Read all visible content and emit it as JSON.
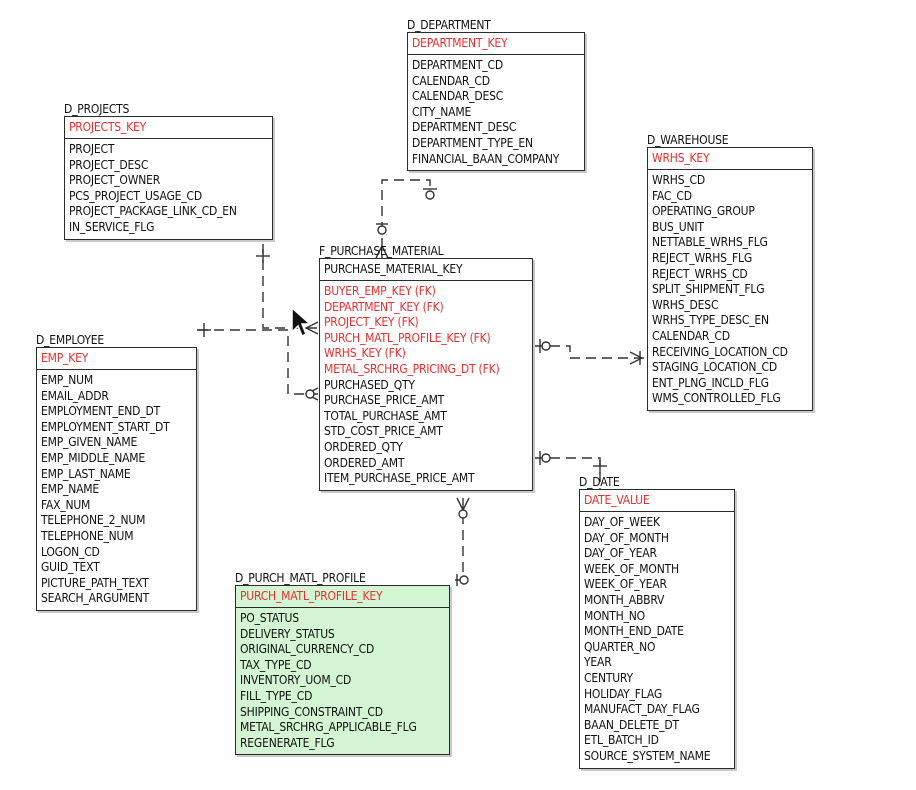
{
  "entities": {
    "d_department": {
      "name": "D_DEPARTMENT",
      "pk": "DEPARTMENT_KEY",
      "attributes": [
        "DEPARTMENT_CD",
        "CALENDAR_CD",
        "CALENDAR_DESC",
        "CITY_NAME",
        "DEPARTMENT_DESC",
        "DEPARTMENT_TYPE_EN",
        "FINANCIAL_BAAN_COMPANY"
      ]
    },
    "d_projects": {
      "name": "D_PROJECTS",
      "pk": "PROJECTS_KEY",
      "attributes": [
        "PROJECT",
        "PROJECT_DESC",
        "PROJECT_OWNER",
        "PCS_PROJECT_USAGE_CD",
        "PROJECT_PACKAGE_LINK_CD_EN",
        "IN_SERVICE_FLG"
      ]
    },
    "d_warehouse": {
      "name": "D_WAREHOUSE",
      "pk": "WRHS_KEY",
      "attributes": [
        "WRHS_CD",
        "FAC_CD",
        "OPERATING_GROUP",
        "BUS_UNIT",
        "NETTABLE_WRHS_FLG",
        "REJECT_WRHS_FLG",
        "REJECT_WRHS_CD",
        "SPLIT_SHIPMENT_FLG",
        "WRHS_DESC",
        "WRHS_TYPE_DESC_EN",
        "CALENDAR_CD",
        "RECEIVING_LOCATION_CD",
        "STAGING_LOCATION_CD",
        "ENT_PLNG_INCLD_FLG",
        "WMS_CONTROLLED_FLG"
      ]
    },
    "f_purchase_material": {
      "name": "F_PURCHASE_MATERIAL",
      "pk": "PURCHASE_MATERIAL_KEY",
      "fk_attributes": [
        "BUYER_EMP_KEY (FK)",
        "DEPARTMENT_KEY (FK)",
        "PROJECT_KEY (FK)",
        "PURCH_MATL_PROFILE_KEY (FK)",
        "WRHS_KEY (FK)",
        "METAL_SRCHRG_PRICING_DT (FK)"
      ],
      "attributes": [
        "PURCHASED_QTY",
        "PURCHASE_PRICE_AMT",
        "TOTAL_PURCHASE_AMT",
        "STD_COST_PRICE_AMT",
        "ORDERED_QTY",
        "ORDERED_AMT",
        "ITEM_PURCHASE_PRICE_AMT"
      ]
    },
    "d_employee": {
      "name": "D_EMPLOYEE",
      "pk": "EMP_KEY",
      "attributes": [
        "EMP_NUM",
        "EMAIL_ADDR",
        "EMPLOYMENT_END_DT",
        "EMPLOYMENT_START_DT",
        "EMP_GIVEN_NAME",
        "EMP_MIDDLE_NAME",
        "EMP_LAST_NAME",
        "EMP_NAME",
        "FAX_NUM",
        "TELEPHONE_2_NUM",
        "TELEPHONE_NUM",
        "LOGON_CD",
        "GUID_TEXT",
        "PICTURE_PATH_TEXT",
        "SEARCH_ARGUMENT"
      ]
    },
    "d_date": {
      "name": "D_DATE",
      "pk": "DATE_VALUE",
      "attributes": [
        "DAY_OF_WEEK",
        "DAY_OF_MONTH",
        "DAY_OF_YEAR",
        "WEEK_OF_MONTH",
        "WEEK_OF_YEAR",
        "MONTH_ABBRV",
        "MONTH_NO",
        "MONTH_END_DATE",
        "QUARTER_NO",
        "YEAR",
        "CENTURY",
        "HOLIDAY_FLAG",
        "MANUFACT_DAY_FLAG",
        "BAAN_DELETE_DT",
        "ETL_BATCH_ID",
        "SOURCE_SYSTEM_NAME"
      ]
    },
    "d_purch_matl_profile": {
      "name": "D_PURCH_MATL_PROFILE",
      "pk": "PURCH_MATL_PROFILE_KEY",
      "attributes": [
        "PO_STATUS",
        "DELIVERY_STATUS",
        "ORIGINAL_CURRENCY_CD",
        "TAX_TYPE_CD",
        "INVENTORY_UOM_CD",
        "FILL_TYPE_CD",
        "SHIPPING_CONSTRAINT_CD",
        "METAL_SRCHRG_APPLICABLE_FLG",
        "REGENERATE_FLG"
      ]
    }
  },
  "colors": {
    "key": "#e23232",
    "profile_fill": "#d4f5d4",
    "line": "#333333"
  },
  "icons": {
    "cursor": "mouse-pointer-icon"
  }
}
